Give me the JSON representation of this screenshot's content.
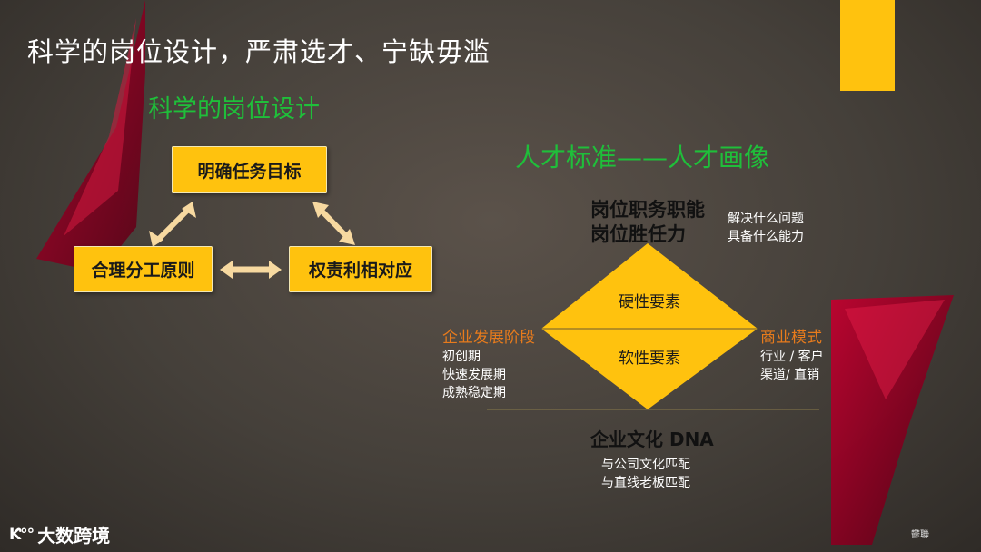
{
  "slide": {
    "title": "科学的岗位设计，严肃选才、宁缺毋滥",
    "accent_color": "#ffc20e",
    "green_color": "#1fbf3a",
    "orange_color": "#e87b1c"
  },
  "left_section": {
    "heading": "科学的岗位设计",
    "boxes": {
      "top": "明确任务目标",
      "left": "合理分工原则",
      "right": "权责利相对应"
    }
  },
  "right_section": {
    "heading": "人才标准——人才画像",
    "top_heading": [
      "岗位职务职能",
      "岗位胜任力"
    ],
    "top_notes": [
      "解决什么问题",
      "具备什么能力"
    ],
    "diamond": {
      "upper": "硬性要素",
      "lower": "软性要素"
    },
    "left_label": "企业发展阶段",
    "left_notes": [
      "初创期",
      "快速发展期",
      "成熟稳定期"
    ],
    "right_label": "商业模式",
    "right_notes": [
      "行业 / 客户",
      "渠道/  直销"
    ],
    "bottom_heading": "企业文化 DNA",
    "bottom_notes": [
      "与公司文化匹配",
      "与直线老板匹配"
    ]
  },
  "footer": {
    "logo_mark": "Ƙ°°",
    "logo_text": "大数跨境",
    "corner_mark": "鬱聯"
  }
}
